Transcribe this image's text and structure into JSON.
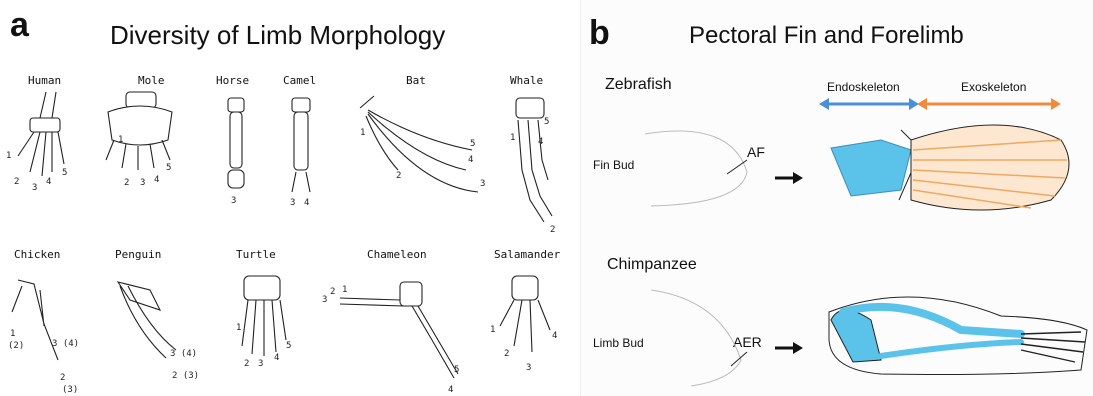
{
  "panel_a": {
    "letter": "a",
    "title": "Diversity of Limb Morphology",
    "animals": [
      "Human",
      "Mole",
      "Horse",
      "Camel",
      "Bat",
      "Whale",
      "Chicken",
      "Penguin",
      "Turtle",
      "Chameleon",
      "Salamander"
    ]
  },
  "panel_b": {
    "letter": "b",
    "title": "Pectoral Fin and Forelimb",
    "zebrafish": "Zebrafish",
    "fin_bud": "Fin Bud",
    "af": "AF",
    "endoskeleton": "Endoskeleton",
    "exoskeleton": "Exoskeleton",
    "chimpanzee": "Chimpanzee",
    "limb_bud": "Limb Bud",
    "aer": "AER",
    "colors": {
      "endo": "#4a90d9",
      "exo": "#f08a3c",
      "bone_blue": "#5bc3ea",
      "fin_orange": "#f0a860"
    }
  }
}
